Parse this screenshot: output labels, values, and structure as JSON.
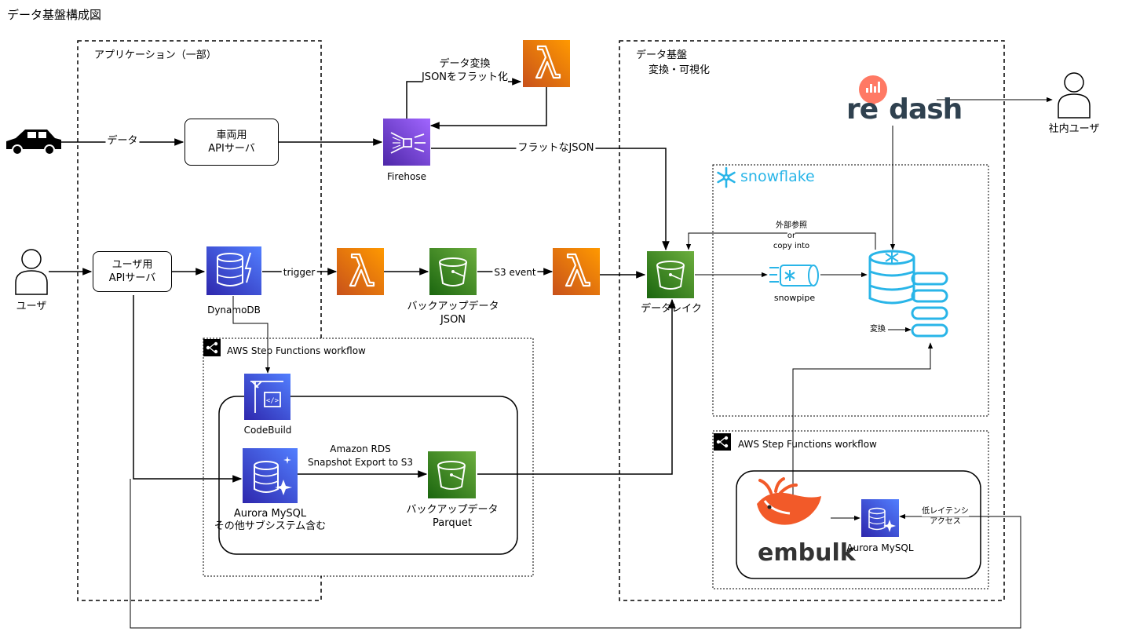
{
  "title": "データ基盤構成図",
  "groups": {
    "app": "アプリケーション（一部）",
    "platform_line1": "データ基盤",
    "platform_line2": "変換・可視化",
    "sfn_left": "AWS Step Functions workflow",
    "sfn_right": "AWS Step Functions workflow"
  },
  "nodes": {
    "vehicle_api": "車両用\nAPIサーバ",
    "user_api": "ユーザ用\nAPIサーバ",
    "user": "ユーザ",
    "firehose": "Firehose",
    "dynamodb": "DynamoDB",
    "backup_json_1": "バックアップデータ",
    "backup_json_2": "JSON",
    "datalake": "データレイク",
    "codebuild": "CodeBuild",
    "aurora_1": "Aurora MySQL",
    "aurora_2": "その他サブシステム含む",
    "backup_parquet_1": "バックアップデータ",
    "backup_parquet_2": "Parquet",
    "snowpipe": "snowpipe",
    "internal_user": "社内ユーザ",
    "aurora_right": "Aurora MySQL"
  },
  "logos": {
    "redash_re": "re",
    "redash_dash": "dash",
    "snowflake": "snowflake",
    "embulk": "embulk"
  },
  "edges": {
    "data": "データ",
    "transform_1": "データ変換",
    "transform_2": "JSONをフラット化",
    "flat_json": "フラットなJSON",
    "trigger": "trigger",
    "s3_event": "S3 event",
    "rds_export_1": "Amazon RDS",
    "rds_export_2": "Snapshot Export to S3",
    "ext_ref_1": "外部参照",
    "ext_ref_2": "or",
    "ext_ref_3": "copy into",
    "convert": "変換",
    "low_latency_1": "低レイテンシ",
    "low_latency_2": "アクセス"
  },
  "colors": {
    "lambda": "#ED7100",
    "s3": "#3F8624",
    "firehose": "#8C4FFF",
    "dynamodb": "#2E27AD",
    "aurora": "#2E27AD",
    "codebuild": "#3B48CC",
    "snowflake": "#29B5E8",
    "redash": "#FF7964",
    "redash_text": "#2F414F",
    "embulk_orange": "#F25A29",
    "embulk_text": "#333333"
  }
}
